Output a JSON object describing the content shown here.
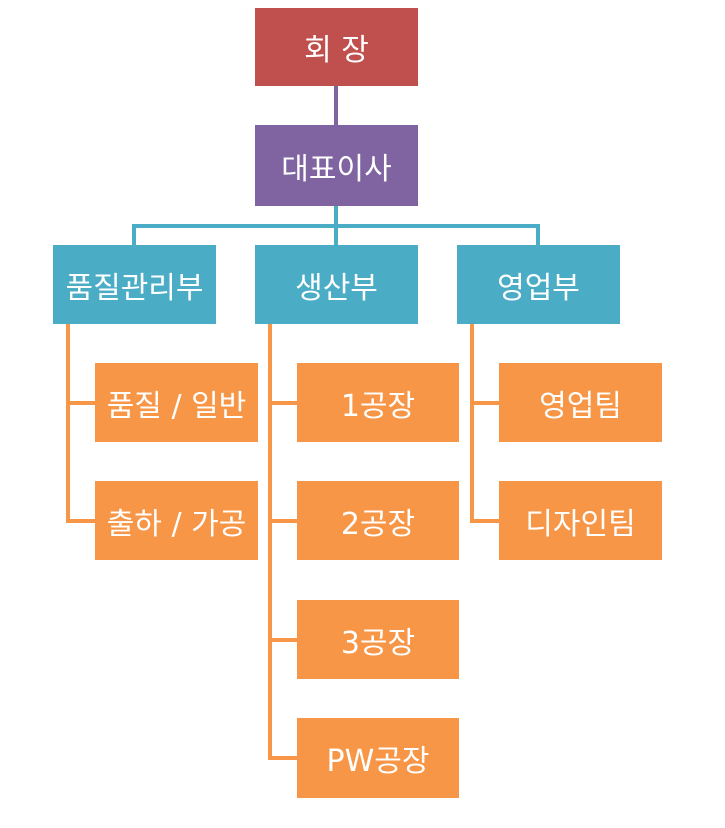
{
  "chairman": "회 장",
  "president": "대표이사",
  "departments": [
    {
      "name": "품질관리부",
      "teams": [
        "품질 / 일반",
        "출하 / 가공"
      ]
    },
    {
      "name": "생산부",
      "teams": [
        "1공장",
        "2공장",
        "3공장",
        "PW공장"
      ]
    },
    {
      "name": "영업부",
      "teams": [
        "영업팀",
        "디자인팀"
      ]
    }
  ],
  "colors": {
    "chairman": "#c0504d",
    "president": "#8064a2",
    "department": "#4bacc6",
    "team": "#f79646"
  }
}
